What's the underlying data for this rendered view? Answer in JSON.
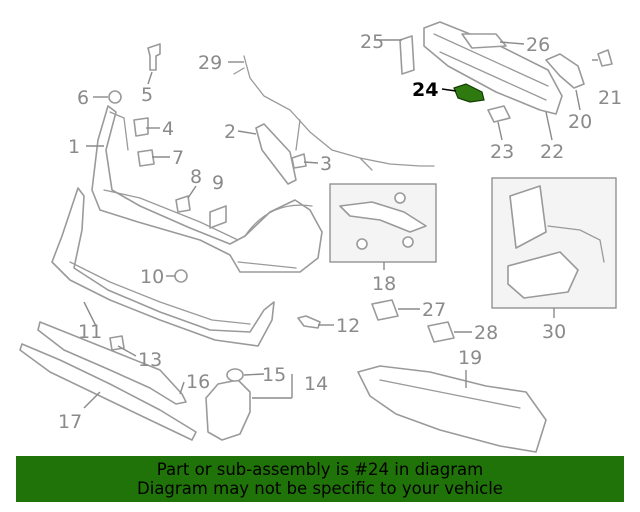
{
  "diagram": {
    "highlighted_part": "24",
    "highlight_color": "#2f7a10",
    "callouts": [
      "1",
      "2",
      "3",
      "4",
      "5",
      "6",
      "7",
      "8",
      "9",
      "10",
      "11",
      "12",
      "13",
      "14",
      "15",
      "16",
      "17",
      "18",
      "19",
      "20",
      "21",
      "22",
      "23",
      "24",
      "25",
      "26",
      "27",
      "28",
      "29",
      "30"
    ]
  },
  "banner": {
    "line1": "Part or sub-assembly is #24 in diagram",
    "line2": "Diagram may not be specific to your vehicle",
    "background": "#207308"
  }
}
